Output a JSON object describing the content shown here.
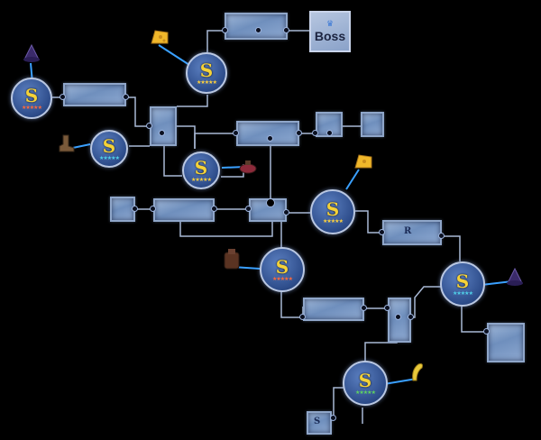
{
  "boss_label": "Boss",
  "stage_symbol": "S",
  "stars_five": "★★★★★",
  "room_labels": {
    "r_mark": "R",
    "s_mark": "S"
  },
  "nodes": [
    {
      "id": "n1",
      "stars": "★★★★★",
      "star_color": "#ff6a3c",
      "reward": "wizard-hat-icon"
    },
    {
      "id": "n2",
      "stars": "★★★★★",
      "star_color": "#ffd23c",
      "reward": "cheese-icon"
    },
    {
      "id": "n3",
      "stars": "★★★★★",
      "star_color": "#4fd0e8",
      "reward": "boot-icon"
    },
    {
      "id": "n4",
      "stars": "★★★★★",
      "star_color": "#ffd23c",
      "reward": "potion-icon"
    },
    {
      "id": "n5",
      "stars": "★★★★★",
      "star_color": "#ffd23c",
      "reward": "cheese-icon"
    },
    {
      "id": "n6",
      "stars": "★★★★★",
      "star_color": "#ff6a3c",
      "reward": "bag-icon"
    },
    {
      "id": "n7",
      "stars": "★★★★★",
      "star_color": "#4fd0e8",
      "reward": "wizard-hat-icon"
    },
    {
      "id": "n8",
      "stars": "★★★★★",
      "star_color": "#5fd45f",
      "reward": "horn-icon"
    }
  ]
}
